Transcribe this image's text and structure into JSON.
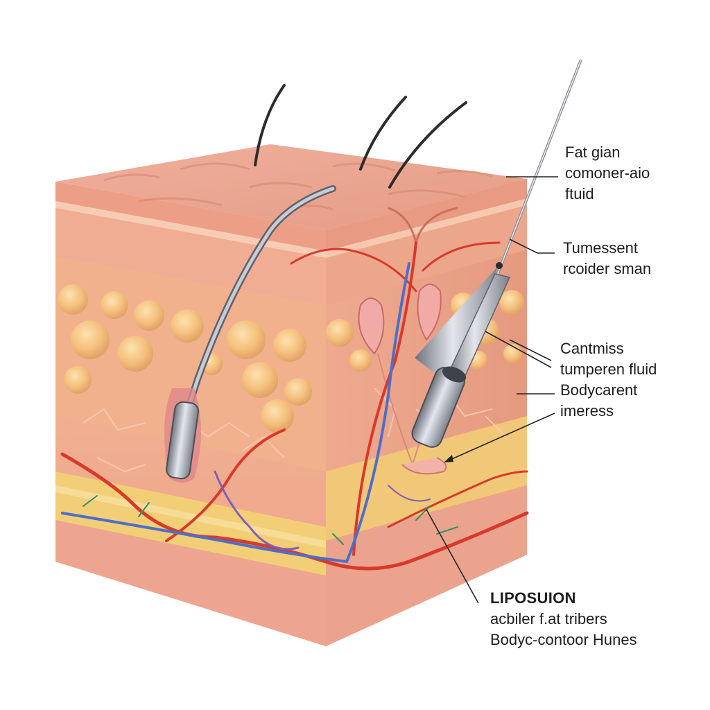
{
  "callouts": [
    {
      "id": "fat-gain",
      "lines": [
        "Fat gian",
        "comoner-aio",
        "ftuid"
      ]
    },
    {
      "id": "tumessent",
      "lines": [
        "Tumessent",
        "rcoider sman"
      ]
    },
    {
      "id": "cantmiss",
      "lines": [
        "Cantmiss",
        "tumperen fluid",
        "Bodycarent",
        "imeress"
      ]
    },
    {
      "id": "liposuion",
      "lines": [
        "LIPOSUION",
        "acbiler f.at tribers",
        "Bodyc-contoor Hunes"
      ]
    }
  ],
  "colors": {
    "skin_top": "#eba893",
    "epidermis": "#e9a88c",
    "dermis": "#f0b79b",
    "fat_layer": "#f2b690",
    "fat_globule": "#f5c27f",
    "deep_tissue": "#eea88f",
    "yellow_band": "#f2cf77",
    "artery": "#d8392b",
    "vein": "#4d6fc9",
    "nerve": "#7e5fb5",
    "cannula": "#a7acb6",
    "hair": "#2e2b2a",
    "callout_line": "#222222"
  },
  "icons": [
    "cannula-icon",
    "needle-icon",
    "hair-icon",
    "hair-follicle-icon",
    "blood-vessel-icon"
  ]
}
